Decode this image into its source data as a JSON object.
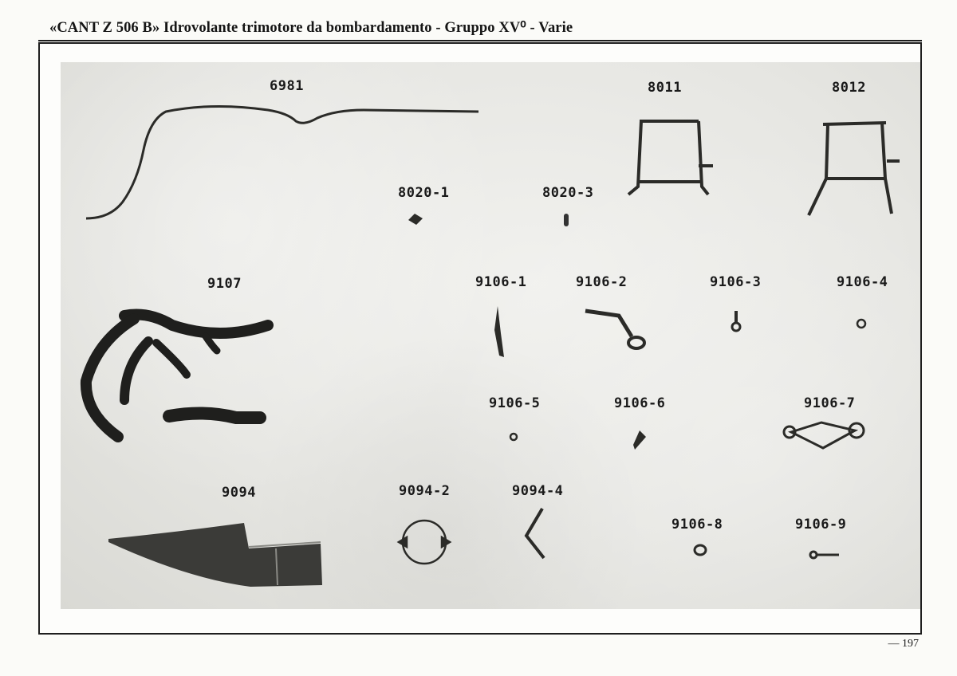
{
  "header": {
    "title": "«CANT Z 506 B» Idrovolante trimotore da bombardamento - Gruppo XV⁰ - Varie"
  },
  "parts": {
    "p6981": "6981",
    "p8011": "8011",
    "p8012": "8012",
    "p8020_1": "8020-1",
    "p8020_3": "8020-3",
    "p9107": "9107",
    "p9106_1": "9106-1",
    "p9106_2": "9106-2",
    "p9106_3": "9106-3",
    "p9106_4": "9106-4",
    "p9106_5": "9106-5",
    "p9106_6": "9106-6",
    "p9106_7": "9106-7",
    "p9094": "9094",
    "p9094_2": "9094-2",
    "p9094_4": "9094-4",
    "p9106_8": "9106-8",
    "p9106_9": "9106-9"
  },
  "footer": {
    "page_number": "— 197"
  }
}
